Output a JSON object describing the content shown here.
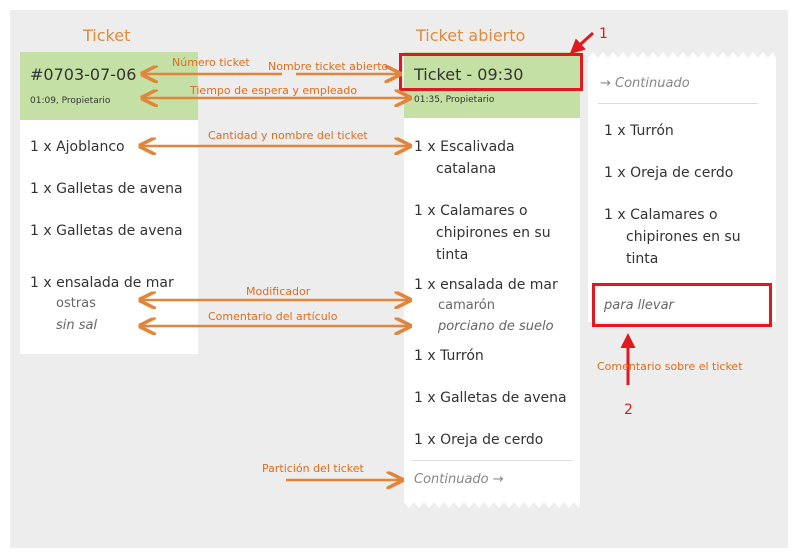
{
  "headings": {
    "left": "Ticket",
    "middle": "Ticket abierto"
  },
  "left_ticket": {
    "number": "#0703-07-06",
    "meta": "01:09, Propietario",
    "items": [
      "1 x Ajoblanco",
      "1 x Galletas de avena",
      "1 x Galletas de avena",
      "1 x ensalada de mar"
    ],
    "modifier": "ostras",
    "comment": "sin sal"
  },
  "open_ticket": {
    "name": "Ticket - 09:30",
    "meta": "01:35, Propietario",
    "item_1": [
      "1 x Escalivada",
      "catalana"
    ],
    "item_2": [
      "1 x Calamares o",
      "chipirones en su",
      "tinta"
    ],
    "item_3": "1 x ensalada de mar",
    "modifier": "camarón",
    "comment": "porciano de suelo",
    "items_tail": [
      "1 x Turrón",
      "1 x Galletas de avena",
      "1 x Oreja de cerdo"
    ],
    "continued": "Continuado →"
  },
  "continued_ticket": {
    "continued": "→ Continuado",
    "item_1": "1 x Turrón",
    "item_2": "1 x Oreja de cerdo",
    "item_3": [
      "1 x Calamares o",
      "chipirones en su",
      "tinta"
    ],
    "ticket_comment": "para llevar"
  },
  "annotations": {
    "ticket_number": "Número ticket",
    "open_ticket_name": "Nombre ticket abierto",
    "wait_and_employee": "Tiempo de espera y empleado",
    "qty_and_name": "Cantidad y nombre del ticket",
    "modifier": "Modificador",
    "item_comment": "Comentario del artículo",
    "ticket_split": "Partición del ticket",
    "ticket_comment": "Comentario sobre el ticket"
  },
  "markers": {
    "one": "1",
    "two": "2"
  },
  "colors": {
    "orange": "#e0853a",
    "red": "#e0191e",
    "green_header": "#c5e0a5"
  }
}
